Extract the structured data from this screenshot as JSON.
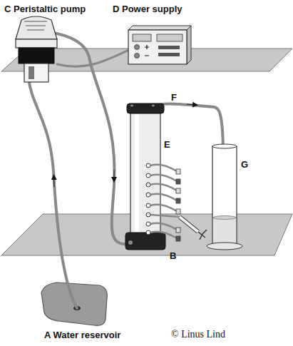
{
  "diagram": {
    "labels": [
      "C Peristaltic pump",
      "D Power supply",
      "F",
      "E",
      "G",
      "B",
      "A Water reservoir",
      "© Linus Lind"
    ]
  }
}
